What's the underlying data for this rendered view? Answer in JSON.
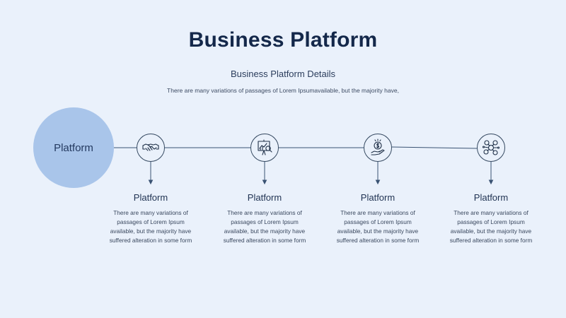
{
  "header": {
    "title": "Business Platform",
    "subtitle": "Business Platform Details",
    "description": "There are many variations of passages of Lorem Ipsumavailable, but the majority have,"
  },
  "hub": {
    "label": "Platform",
    "color": "#a9c5ea"
  },
  "steps": [
    {
      "icon": "handshake-icon",
      "title": "Platform",
      "text": "There are many variations of passages of Lorem Ipsum available, but the majority have suffered alteration in some form"
    },
    {
      "icon": "chart-presentation-icon",
      "title": "Platform",
      "text": "There are many variations of passages of Lorem Ipsum available, but the majority have suffered alteration in some form"
    },
    {
      "icon": "money-hand-icon",
      "title": "Platform",
      "text": "There are many variations of passages of Lorem Ipsum available, but the majority have suffered alteration in some form"
    },
    {
      "icon": "network-people-icon",
      "title": "Platform",
      "text": "There are many variations of passages of Lorem Ipsum available, but the majority have suffered alteration in some form"
    }
  ]
}
